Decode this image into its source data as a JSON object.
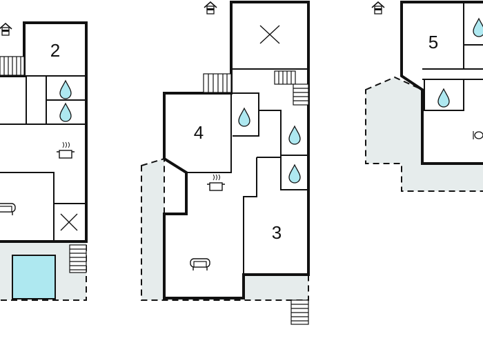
{
  "plans": [
    {
      "name": "left-floor",
      "rooms": [
        {
          "label": "2"
        }
      ]
    },
    {
      "name": "middle-floor",
      "rooms": [
        {
          "label": "4"
        },
        {
          "label": "3"
        }
      ]
    },
    {
      "name": "right-floor",
      "rooms": [
        {
          "label": "5"
        }
      ]
    }
  ],
  "colors": {
    "water": "#aee8f0",
    "terrace": "#e6ecec",
    "wall": "#111111"
  },
  "icons": [
    "house-entrance-icon",
    "water-drop-icon",
    "cooking-pot-icon",
    "sofa-icon",
    "armchair-icon",
    "x-room-icon",
    "stairs-icon",
    "table-icon",
    "pool-icon"
  ]
}
